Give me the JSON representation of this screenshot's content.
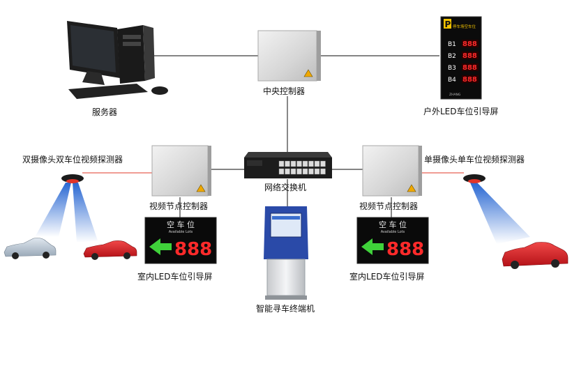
{
  "labels": {
    "server": "服务器",
    "central_controller": "中央控制器",
    "outdoor_screen": "户外LED车位引导屏",
    "dual_detector": "双摄像头双车位视频探测器",
    "single_detector": "单摄像头单车位视频探测器",
    "network_switch": "网络交换机",
    "node_controller_left": "视频节点控制器",
    "node_controller_right": "视频节点控制器",
    "indoor_screen_left": "室内LED车位引导屏",
    "indoor_screen_right": "室内LED车位引导屏",
    "terminal": "智能寻车终端机"
  },
  "outdoor_sign": {
    "logo": "P",
    "header": "停车场空车位",
    "rows": [
      {
        "level": "B1",
        "value": "888"
      },
      {
        "level": "B2",
        "value": "888"
      },
      {
        "level": "B3",
        "value": "888"
      },
      {
        "level": "B4",
        "value": "888"
      }
    ],
    "brand": "ZHANG"
  },
  "indoor_sign": {
    "title": "空 车 位",
    "subtitle": "Available Lots",
    "value": "888"
  },
  "colors": {
    "line": "#3a3a3a",
    "led_red": "#ff2a2a",
    "led_green": "#3fd13a",
    "beam": "#2a6fd6",
    "car_left": "#b9c7d6",
    "car_red": "#d8232a"
  }
}
